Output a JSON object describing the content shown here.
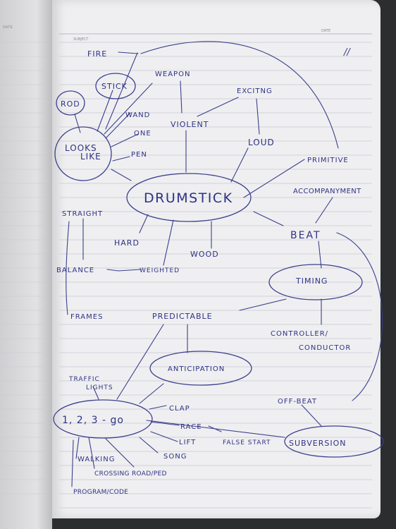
{
  "header": {
    "subject_label": "SUBJECT",
    "date_label": "DATE",
    "left_date_label": "DATE"
  },
  "page_mark": "//",
  "center": "DRUMSTICK",
  "nodes": {
    "fire": "FIRE",
    "rod": "ROD",
    "stick": "STICK",
    "weapon": "WEAPON",
    "exciting": "EXCITNG",
    "wand": "WAND",
    "violent": "VIOLENT",
    "looks_like_1": "LOOKS",
    "looks_like_2": "LIKE",
    "one": "ONE",
    "pen": "PEN",
    "loud": "LOUD",
    "primitive": "PRIMITIVE",
    "accompanyment": "ACCOMPANYMENT",
    "straight": "STRAIGHT",
    "hard": "HARD",
    "wood": "WOOD",
    "beat": "BEAT",
    "balance": "BALANCE",
    "weighted": "WEIGHTED",
    "timing": "TIMING",
    "frames": "FRAMES",
    "predictable": "PREDICTABLE",
    "controller_1": "CONTROLLER/",
    "controller_2": "CONDUCTOR",
    "traffic_1": "TRAFFIC",
    "traffic_2": "LIGHTS",
    "anticipation": "ANTICIPATION",
    "off_beat": "OFF-BEAT",
    "one_two_three": "1, 2, 3 - go",
    "clap": "CLAP",
    "race": "RACE",
    "false_start": "FALSE START",
    "lift": "LIFT",
    "subversion": "SUBVERSION",
    "walking": "WALKING",
    "song": "SONG",
    "crossing": "CROSSING ROAD/PED",
    "program": "PROGRAM/CODE"
  }
}
